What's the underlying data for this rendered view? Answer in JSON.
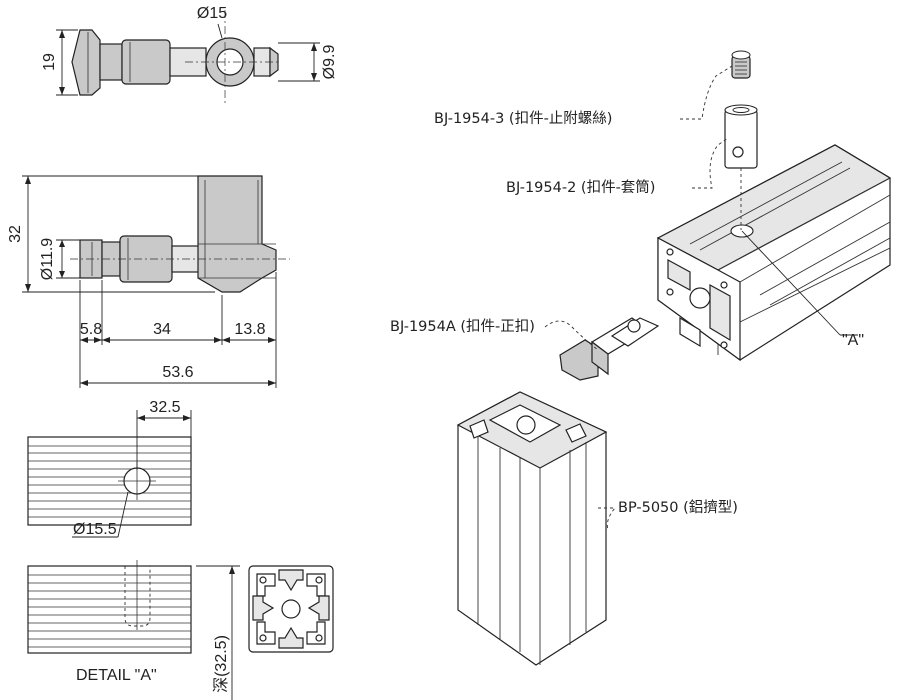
{
  "dimensions": {
    "top_diameter": "Ø15",
    "top_height": "19",
    "top_right_diameter": "Ø9.9",
    "side_height": "32",
    "side_diameter": "Ø11.9",
    "len_a": "5.8",
    "len_b": "34",
    "len_c": "13.8",
    "len_total": "53.6",
    "hole_offset": "32.5",
    "hole_diameter": "Ø15.5",
    "depth": "深(32.5)"
  },
  "detail_label": "DETAIL \"A\"",
  "callouts": {
    "screw": "BJ-1954-3 (扣件-止附螺絲)",
    "sleeve": "BJ-1954-2 (扣件-套筒)",
    "connector": "BJ-1954A (扣件-正扣)",
    "profile": "BP-5050 (鋁擠型)",
    "detail_ref": "\"A\""
  }
}
